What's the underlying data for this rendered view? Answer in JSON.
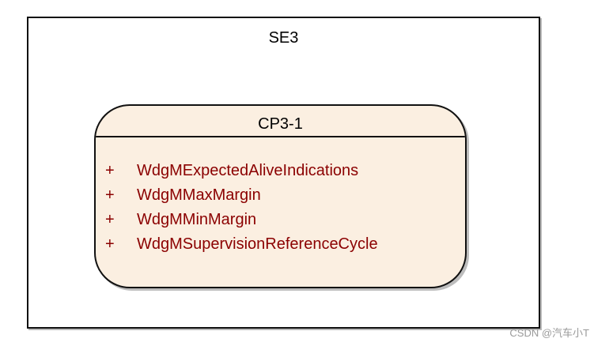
{
  "diagram": {
    "outer": {
      "title": "SE3"
    },
    "state": {
      "title": "CP3-1",
      "attributes": [
        {
          "visibility": "+",
          "name": "WdgMExpectedAliveIndications"
        },
        {
          "visibility": "+",
          "name": "WdgMMaxMargin"
        },
        {
          "visibility": "+",
          "name": "WdgMMinMargin"
        },
        {
          "visibility": "+",
          "name": "WdgMSupervisionReferenceCycle"
        }
      ],
      "fill_color": "#fbefe1",
      "attribute_color": "#8b0000"
    }
  },
  "watermark": "CSDN @汽车小T"
}
